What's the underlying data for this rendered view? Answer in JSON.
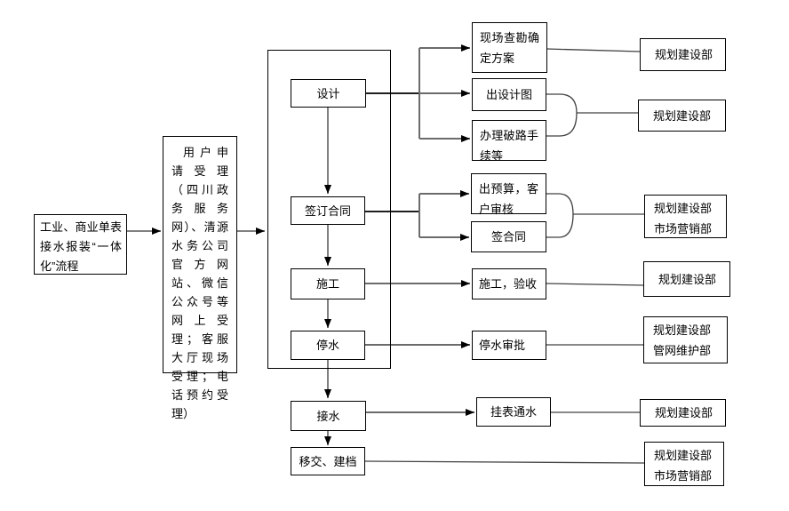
{
  "colors": {
    "box_border": "#000000",
    "text": "#000000",
    "flow_arrow_shaft": "#808080",
    "branch_shaft": "#6b6b6b",
    "stub_dark": "#1f1f1f",
    "thin_connector": "#404040",
    "arrowhead": "#000000",
    "background": "#ffffff"
  },
  "flowchart": {
    "start": {
      "label": "工业、商业单表接水报装“一体化”流程"
    },
    "application": {
      "label": "用户申请受理（四川政务服务网）、清源水务公司官方网站、微信公众号等网上受理；客服大厅现场受理；电话预约受理）"
    },
    "main_steps": [
      {
        "label": "设计"
      },
      {
        "label": "签订合同"
      },
      {
        "label": "施工"
      },
      {
        "label": "停水"
      },
      {
        "label": "接水"
      },
      {
        "label": "移交、建档"
      }
    ],
    "sub_steps": [
      {
        "label": "现场查勘确定方案"
      },
      {
        "label": "出设计图"
      },
      {
        "label": "办理破路手续等"
      },
      {
        "label": "出预算，客户审核"
      },
      {
        "label": "签合同"
      },
      {
        "label": "施工，验收"
      },
      {
        "label": "停水审批"
      },
      {
        "label": "挂表通水"
      }
    ],
    "departments": [
      {
        "lines": [
          "规划建设部"
        ]
      },
      {
        "lines": [
          "规划建设部"
        ]
      },
      {
        "lines": [
          "规划建设部",
          "市场营销部"
        ]
      },
      {
        "lines": [
          "规划建设部"
        ]
      },
      {
        "lines": [
          "规划建设部",
          "管网维护部"
        ]
      },
      {
        "lines": [
          "规划建设部"
        ]
      },
      {
        "lines": [
          "规划建设部",
          "市场营销部"
        ]
      }
    ]
  }
}
